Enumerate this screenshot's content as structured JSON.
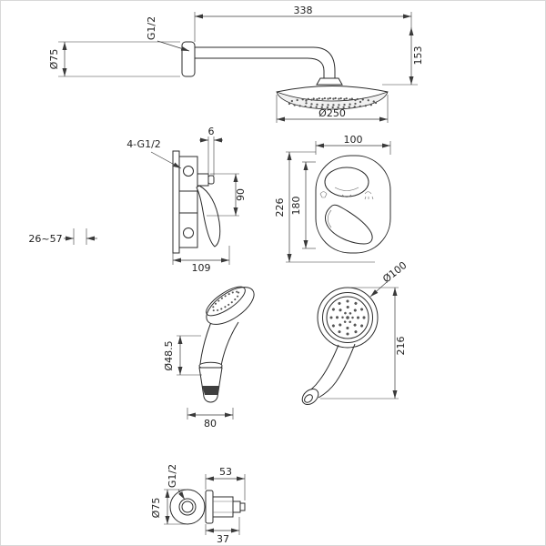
{
  "page": {
    "title": "Shower set installation dimension drawing",
    "colors": {
      "line": "#2b2b2b",
      "dimension": "#3a3a3a",
      "background": "#ffffff"
    }
  },
  "overhead_shower": {
    "thread": "G1/2",
    "arm_length": "338",
    "flange_diameter": "Ø75",
    "drop_height": "153",
    "head_diameter": "Ø250"
  },
  "mixer_valve": {
    "trim_gap": "6",
    "connections": "4-G1/2",
    "body_height": "90",
    "install_depth_range": "26~57",
    "body_width": "109",
    "plate_width": "100",
    "cutout_height": "180",
    "plate_height": "226"
  },
  "hand_shower": {
    "cone_diameter": "Ø48.5",
    "base_width": "80",
    "head_diameter": "Ø100",
    "length": "216"
  },
  "wall_outlet": {
    "thread": "G1/2",
    "width": "53",
    "flange_diameter": "Ø75",
    "depth": "37"
  }
}
